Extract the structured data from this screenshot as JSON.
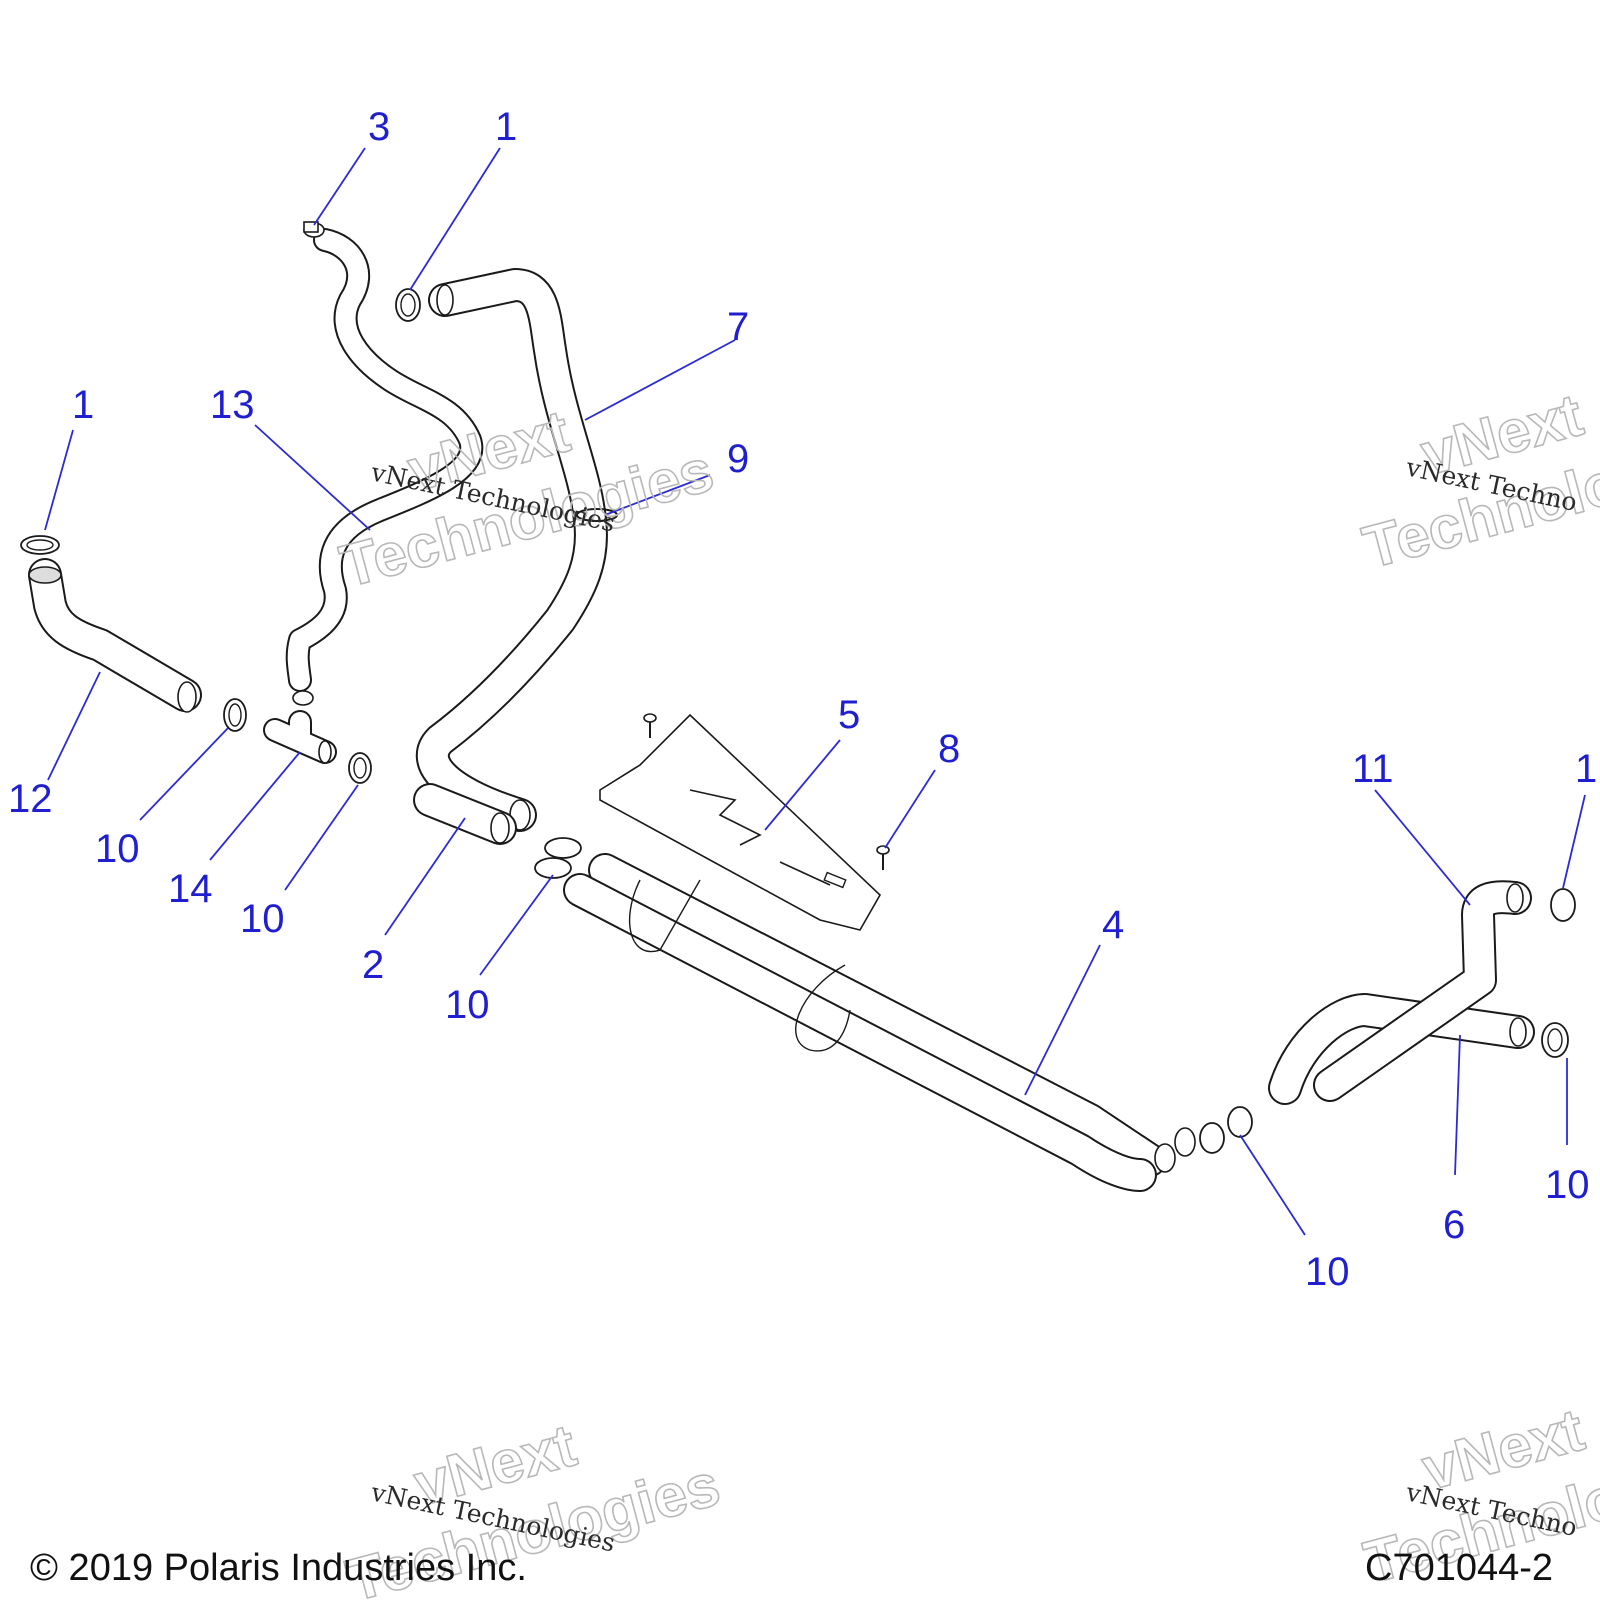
{
  "callouts": {
    "c3": "3",
    "c1_top": "1",
    "c7": "7",
    "c1_left": "1",
    "c13": "13",
    "c9": "9",
    "c12": "12",
    "c10_a": "10",
    "c14": "14",
    "c10_b": "10",
    "c2": "2",
    "c10_c": "10",
    "c5": "5",
    "c8": "8",
    "c11": "11",
    "c1_right": "1",
    "c4": "4",
    "c10_d": "10",
    "c6": "6",
    "c10_e": "10"
  },
  "watermark": {
    "small_text": "vNext Technologies",
    "big_line1": "vNext",
    "big_line2": "Technologies",
    "right_small": "vNext Techno",
    "right_big1": "vNext",
    "right_big2": "Technolo"
  },
  "footer": {
    "copyright": "© 2019 Polaris Industries Inc.",
    "part_code": "C701044-2"
  }
}
